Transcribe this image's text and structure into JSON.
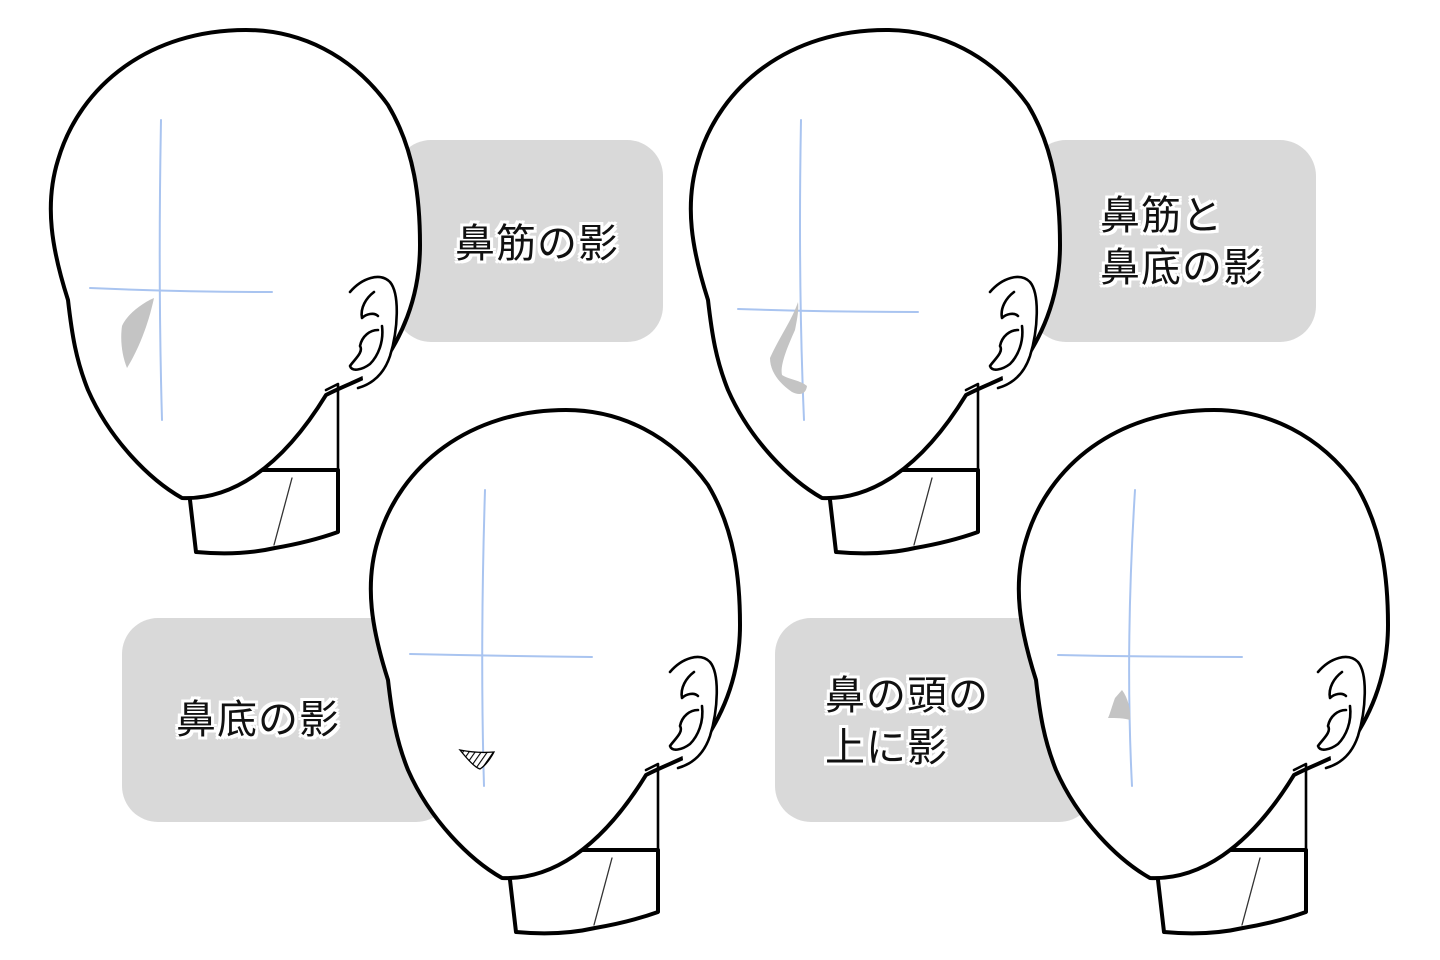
{
  "diagram": {
    "subject": "Nose shadow placement on a head turned in 3/4 view, seen from above",
    "colors": {
      "background": "#ffffff",
      "label_box": "#d9d9d9",
      "line_art": "#000000",
      "guide_lines": "#a9c4f0",
      "shadow_fill": "#c4c4c4"
    },
    "panels": [
      {
        "id": "bridge-shadow",
        "label": "鼻筋の影",
        "shadow_style": "gray fill along nose bridge"
      },
      {
        "id": "bridge-and-base-shadow",
        "label": "鼻筋と\n鼻底の影",
        "shadow_style": "gray fill along bridge and under nose"
      },
      {
        "id": "base-shadow",
        "label": "鼻底の影",
        "shadow_style": "hatched triangle under nose"
      },
      {
        "id": "tip-top-shadow",
        "label": "鼻の頭の\n上に影",
        "shadow_style": "small gray fill above nose tip"
      }
    ]
  }
}
